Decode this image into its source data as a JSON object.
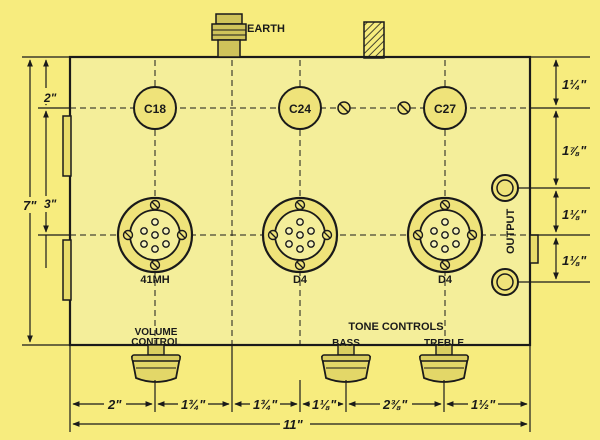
{
  "diagram": {
    "colors": {
      "background": "#f7ec7e",
      "ink": "#1a1a1a",
      "chassis": "#f4ee9a"
    },
    "labels": {
      "earth": "EARTH",
      "output": "OUTPUT",
      "tone_controls": "TONE CONTROLS",
      "volume_line1": "VOLUME",
      "volume_line2": "CONTROL",
      "bass": "BASS",
      "treble": "TREBLE"
    },
    "valves": {
      "c18": "C18",
      "c24": "C24",
      "c27": "C27"
    },
    "sockets": {
      "left": "41MH",
      "middle": "D4",
      "right": "D4"
    },
    "dimensions": {
      "left_top": "2\"",
      "left_mid": "3\"",
      "left_total": "7\"",
      "right_1": "1¼\"",
      "right_2": "1⅞\"",
      "right_3": "1⅛\"",
      "right_4": "1⅛\"",
      "bottom_1": "2\"",
      "bottom_2": "1¾\"",
      "bottom_3": "1¾\"",
      "bottom_4": "1⅛\"",
      "bottom_5": "2⅜\"",
      "bottom_6": "1½\"",
      "bottom_total": "11\""
    }
  }
}
